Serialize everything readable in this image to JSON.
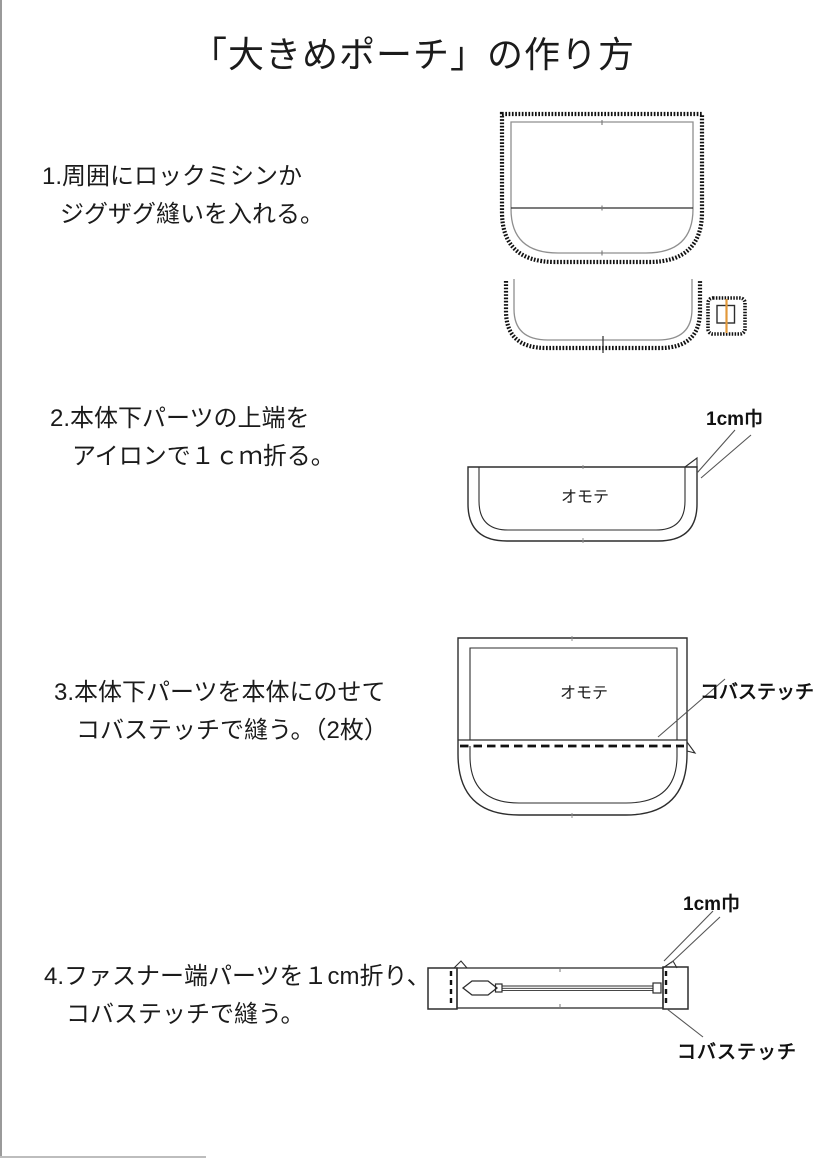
{
  "page": {
    "title": "「大きめポーチ」の作り方"
  },
  "steps": [
    {
      "line1": "1.周囲にロックミシンか",
      "line2": "ジグザグ縫いを入れる。"
    },
    {
      "line1": "2.本体下パーツの上端を",
      "line2": "アイロンで１ｃｍ折る。"
    },
    {
      "line1": "3.本体下パーツを本体にのせて",
      "line2": "コバステッチで縫う。（2枚）"
    },
    {
      "line1": "4.ファスナー端パーツを１cm折り、",
      "line2": "コバステッチで縫う。"
    }
  ],
  "diagrams": {
    "step1": {
      "description_parts": [
        "main-body-with-zigzag-edge",
        "bottom-part-with-zigzag-edge",
        "zipper-end-square-with-zigzag-edge"
      ]
    },
    "step2": {
      "front_label": "オモテ",
      "fold_label": "1cm巾"
    },
    "step3": {
      "front_label": "オモテ",
      "stitch_label": "コバステッチ"
    },
    "step4": {
      "fold_label": "1cm巾",
      "stitch_label": "コバステッチ"
    }
  },
  "colors": {
    "ink": "#1b1b1b",
    "diagram_stroke": "#2d2d2d",
    "zigzag_stitch": "#111111",
    "inner_seam_gray": "#8f8f8f",
    "fold_line_orange": "#e2993b",
    "scan_edge_gray": "#9a9a9a"
  }
}
